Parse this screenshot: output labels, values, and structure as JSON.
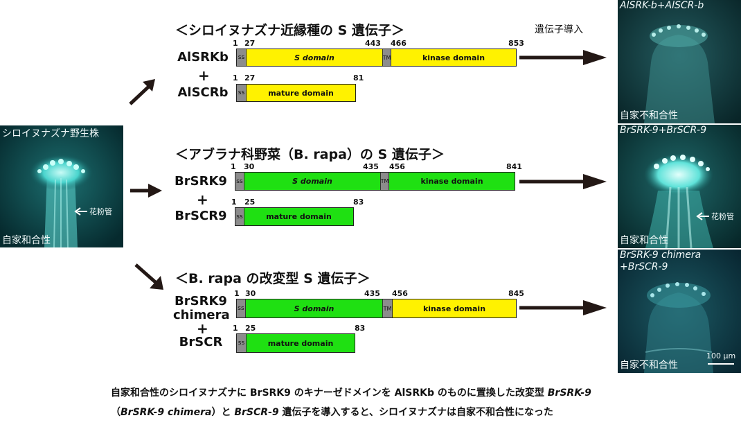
{
  "header_right": "遺伝子導入",
  "sections": [
    {
      "title": "＜シロイヌナズナ近縁種の S 遺伝子＞",
      "receptor": {
        "name": "AlSRKb",
        "ticks": [
          "1",
          "27",
          "443",
          "466",
          "853"
        ],
        "ss_label": "ss",
        "domain1_label": "S domain",
        "tm_label": "TM",
        "domain2_label": "kinase domain",
        "colors": {
          "domain1": "#fff200",
          "domain2": "#fff200"
        }
      },
      "plus": "+",
      "ligand": {
        "name": "AlSCRb",
        "ticks": [
          "1",
          "27",
          "81"
        ],
        "ss_label": "ss",
        "domain_label": "mature domain",
        "color": "#fff200"
      }
    },
    {
      "title": "＜アブラナ科野菜（B. rapa）の S 遺伝子＞",
      "receptor": {
        "name": "BrSRK9",
        "ticks": [
          "1",
          "30",
          "435",
          "456",
          "841"
        ],
        "ss_label": "ss",
        "domain1_label": "S domain",
        "tm_label": "TM",
        "domain2_label": "kinase domain",
        "colors": {
          "domain1": "#1fe012",
          "domain2": "#1fe012"
        }
      },
      "plus": "+",
      "ligand": {
        "name": "BrSCR9",
        "ticks": [
          "1",
          "25",
          "83"
        ],
        "ss_label": "ss",
        "domain_label": "mature domain",
        "color": "#1fe012"
      }
    },
    {
      "title": "＜B. rapa の改変型 S 遺伝子＞",
      "receptor": {
        "name_line1": "BrSRK9",
        "name_line2": "chimera",
        "ticks": [
          "1",
          "30",
          "435",
          "456",
          "845"
        ],
        "ss_label": "ss",
        "domain1_label": "S domain",
        "tm_label": "TM",
        "domain2_label": "kinase domain",
        "colors": {
          "domain1": "#1fe012",
          "domain2": "#fff200"
        }
      },
      "plus": "+",
      "ligand": {
        "name": "BrSCR",
        "ticks": [
          "1",
          "25",
          "83"
        ],
        "ss_label": "ss",
        "domain_label": "mature domain",
        "color": "#1fe012"
      }
    }
  ],
  "wild_photo": {
    "title": "シロイヌナズナ野生株",
    "annotation": "花粉管",
    "status": "自家和合性"
  },
  "result_photos": [
    {
      "title": "AlSRK-b+AlSCR-b",
      "status": "自家不和合性"
    },
    {
      "title": "BrSRK-9+BrSCR-9",
      "status": "自家和合性",
      "annotation": "花粉管"
    },
    {
      "title_line1": "BrSRK-9 chimera",
      "title_line2": "+BrSCR-9",
      "status": "自家不和合性",
      "scale_bar": "100 μm"
    }
  ],
  "caption": {
    "line1_a": "自家和合性のシロイヌナズナに BrSRK9 のキナーゼドメインを AlSRKb のものに置換した改変型 ",
    "line1_b": "BrSRK-9",
    "line2_a": "（",
    "line2_b": "BrSRK-9 chimera",
    "line2_c": "）と ",
    "line2_d": "BrSCR-9",
    "line2_e": " 遺伝子を導入すると、シロイヌナズナは自家不和合性になった"
  }
}
